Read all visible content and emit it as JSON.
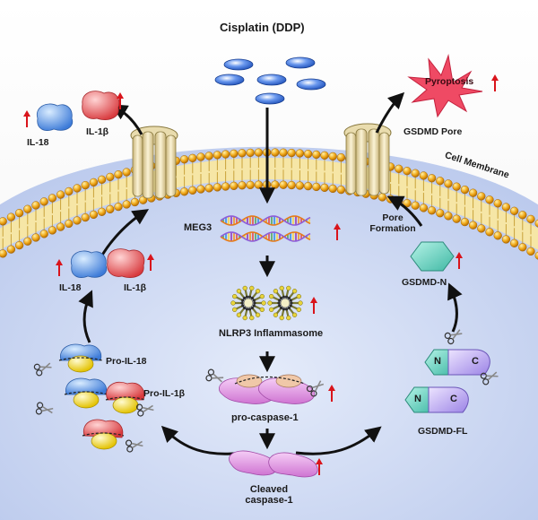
{
  "title": "Cisplatin (DDP)",
  "labels": {
    "pyroptosis": "Pyroptosis",
    "gsdmd_pore": "GSDMD Pore",
    "cell_membrane": "Cell Membrane",
    "meg3": "MEG3",
    "nlrp3": "NLRP3  Inflammasome",
    "pro_caspase": "pro-caspase-1",
    "cleaved_caspase_line1": "Cleaved",
    "cleaved_caspase_line2": "caspase-1",
    "il18_out": "IL-18",
    "il1b_out": "IL-1β",
    "il18_in": "IL-18",
    "il1b_in": "IL-1β",
    "pro_il18": "Pro-IL-18",
    "pro_il1b": "Pro-IL-1β",
    "gsdmd_n": "GSDMD-N",
    "gsdmd_fl": "GSDMD-FL",
    "pore_formation_line1": "Pore",
    "pore_formation_line2": "Formation",
    "domain_n": "N",
    "domain_c": "C",
    "domain_n2": "N",
    "domain_c2": "C"
  },
  "colors": {
    "cytoplasm": "#cdd8f3",
    "membrane_head": "#f0a818",
    "cisplatin": "#3b6fd6",
    "up_arrow": "#d9141b",
    "pyroptosis_star": "#ee3a56",
    "il18": "#5b95e6",
    "il1b": "#ee5a5e",
    "caspase": "#e49ae6",
    "gsdmd_n": "#6fd8c4",
    "gsdmd_c": "#b9a6f0",
    "channel": "#f1e4b8"
  },
  "icons": [
    "up-arrow-icon",
    "scissors-icon",
    "dna-helix-icon",
    "inflammasome-icon",
    "channel-pore-icon"
  ]
}
